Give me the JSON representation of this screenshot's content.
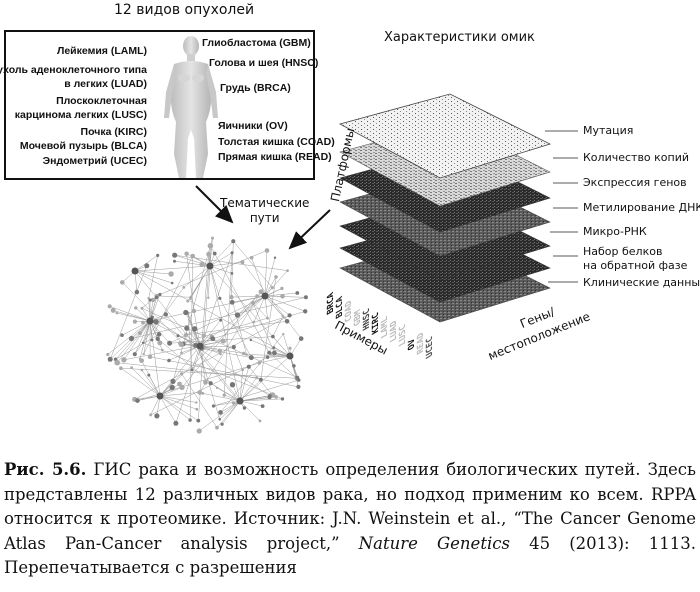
{
  "figure": {
    "tumors_title": "12 видов опухолей",
    "tumors_left": [
      "Лейкемия (LAML)",
      "Опухоль аденоклеточного типа",
      "в легких (LUAD)",
      "Плоскоклеточная",
      "карцинома легких (LUSC)",
      "Почка (KIRC)",
      "Мочевой пузырь (BLCA)",
      "Эндометрий (UCEC)"
    ],
    "tumors_right": [
      "Глиобластома (GBM)",
      "Голова и шея (HNSC)",
      "Грудь (BRCA)",
      "Яичники (OV)",
      "Толстая кишка (COAD)",
      "Прямая кишка (READ)"
    ],
    "omics_title": "Характеристики омик",
    "layers": [
      "Мутация",
      "Количество копий",
      "Экспрессия генов",
      "Метилирование ДНК",
      "Микро-РНК",
      "Набор белков",
      "на обратной фазе",
      "Клинические данные"
    ],
    "platforms_label": "Платформы",
    "pathways_line1": "Тематические",
    "pathways_line2": "пути",
    "samples_label": "Примеры",
    "genes_line1": "Гены/",
    "genes_line2": "местоположение",
    "samples": [
      "BRCA",
      "BLCA",
      "COAD",
      "GBM",
      "HNSC",
      "KIRC",
      "LAML",
      "LUAD",
      "LUSC",
      "OV",
      "READ",
      "UCEC"
    ]
  },
  "caption": {
    "label": "Рис. 5.6.",
    "text1": " ГИС рака и возможность определения биологических путей. Здесь представлены 12 различных видов рака, но подход применим ко всем. RPPA относится к протеомике. Источник: J.N. Weinstein et al., “The Cancer Genome Atlas Pan-Cancer analysis project,” ",
    "journal": "Nature Genetics",
    "text2": " 45 (2013): 1113. Перепечатывается с разрешения"
  }
}
